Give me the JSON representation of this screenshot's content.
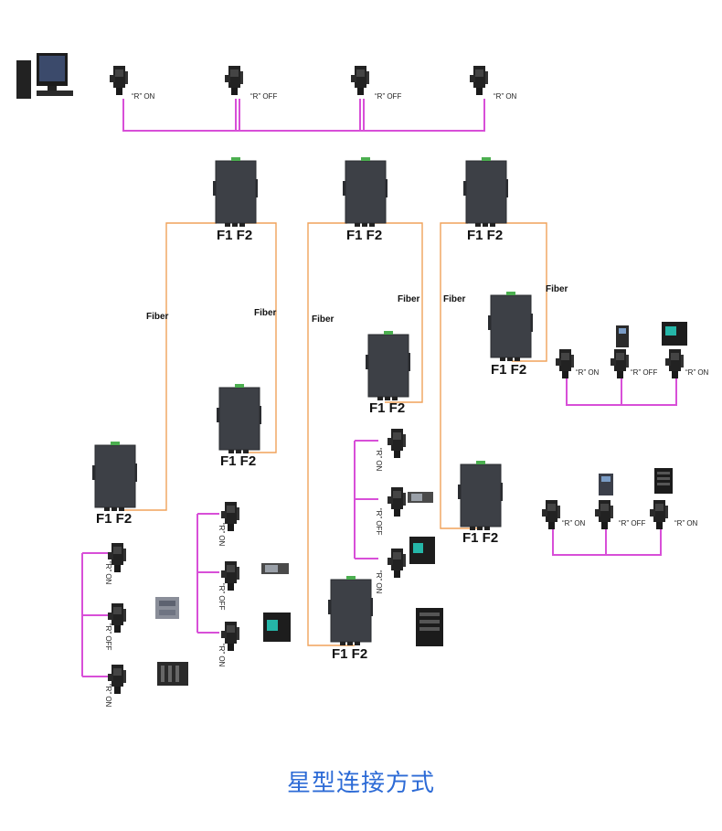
{
  "caption": "星型连接方式",
  "labels": {
    "f1f2": "F1 F2",
    "fiber": "Fiber",
    "r_on": "“R” ON",
    "r_off": "“R” OFF"
  },
  "colors": {
    "bus": "#d84fd8",
    "fiber": "#f0a25a",
    "device": "#3d4046",
    "caption": "#2d6bd6"
  },
  "icons": [
    "pc-icon",
    "dp-connector-icon",
    "fiber-converter-icon",
    "plc-icon",
    "drive-icon",
    "hmi-icon",
    "io-module-icon"
  ]
}
